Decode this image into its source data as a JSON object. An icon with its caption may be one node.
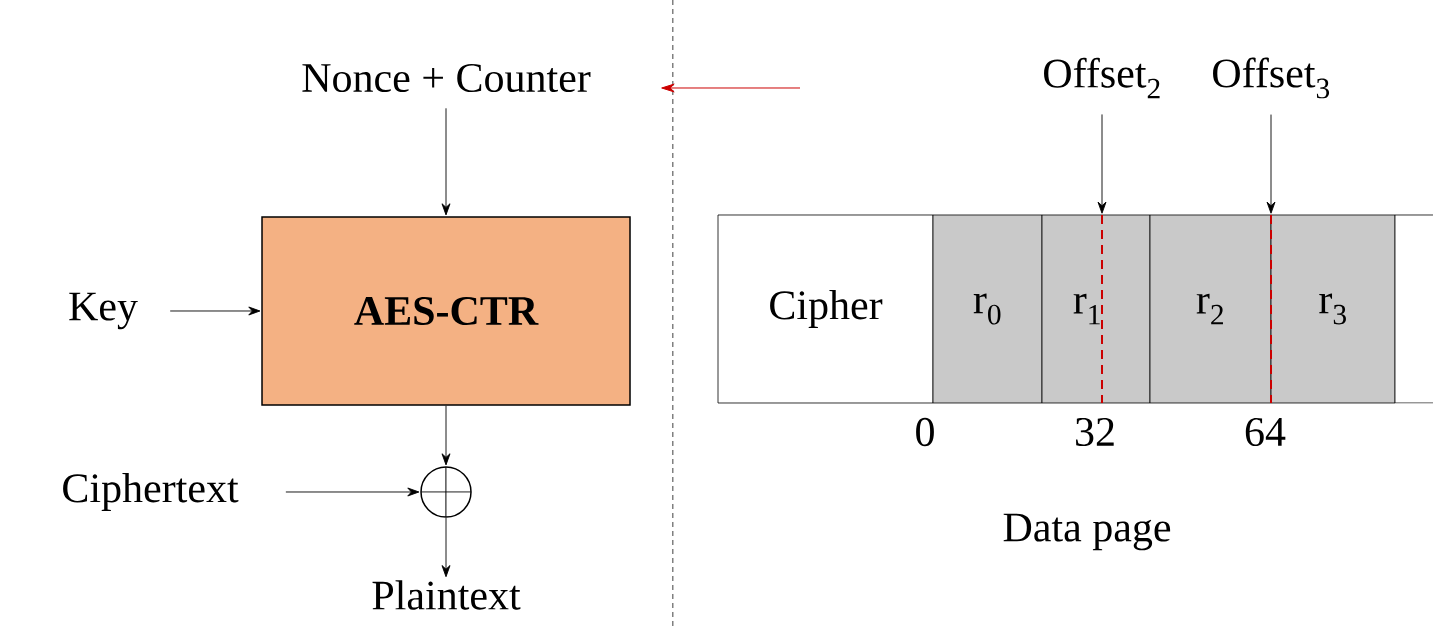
{
  "diagram": {
    "nodes": [
      {
        "text": [
          "Nonce + Counter"
        ]
      },
      {
        "text": [
          "AES-CTR"
        ]
      },
      {
        "text": [
          "Key"
        ]
      },
      {
        "text": [
          "Ciphertext"
        ]
      },
      {
        "text": [],
        "shape": "circle"
      },
      {
        "text": [
          "Plaintext"
        ]
      },
      {
        "text": [
          "Offset$_{2}$"
        ]
      },
      {
        "text": [
          "Offset$_{3}$"
        ]
      },
      {
        "text": [
          "Cipher"
        ]
      },
      {
        "text": [
          "r$_{0}$"
        ]
      },
      {
        "text": [
          "r$_{1}$"
        ]
      },
      {
        "text": [
          "r$_{2}$"
        ]
      },
      {
        "text": [
          "r$_{3}$"
        ]
      },
      {
        "text": [],
        "shape": "box"
      }
    ],
    "edges": [
      {
        "from": 0,
        "to": 1,
        "arrow": "to"
      },
      {
        "from": 2,
        "to": 1,
        "arrow": "to"
      },
      {
        "from": 1,
        "to": 4,
        "arrow": "to"
      },
      {
        "from": 3,
        "to": 4,
        "arrow": "to"
      },
      {
        "from": 4,
        "to": 5,
        "arrow": "to"
      },
      {
        "from": 6,
        "to": 10,
        "arrow": "to"
      },
      {
        "from": 7,
        "to": 12,
        "arrow": "to"
      }
    ],
    "labels": [
      "0",
      "32",
      "64",
      "Data page"
    ]
  }
}
